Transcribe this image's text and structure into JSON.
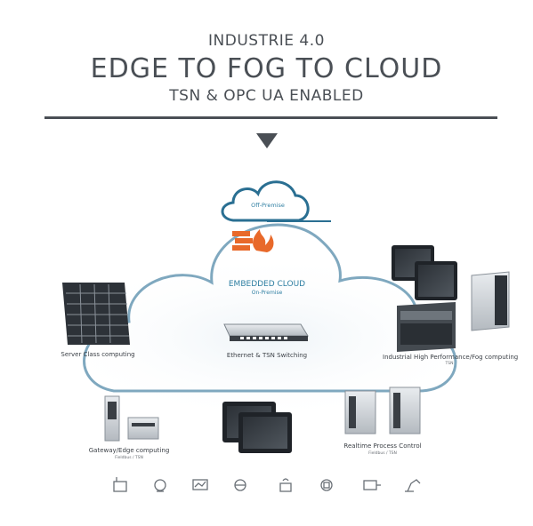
{
  "header": {
    "kicker": "INDUSTRIE 4.0",
    "title": "EDGE TO FOG TO CLOUD",
    "subtitle": "TSN & OPC UA ENABLED"
  },
  "cloud": {
    "off_premise": "Off-Premise",
    "embedded_title": "EMBEDDED CLOUD",
    "embedded_sub": "On-Premise"
  },
  "nodes": {
    "server": "Server Class computing",
    "switching": "Ethernet & TSN Switching",
    "industrial": "Industrial High Performance/Fog computing",
    "industrial_sub": "TSN",
    "gateway": "Gateway/Edge computing",
    "gateway_sub": "Fieldbus / TSN",
    "realtime": "Realtime Process Control",
    "realtime_sub": "Fieldbus / TSN"
  },
  "colors": {
    "cloud_line": "#7fa8bf",
    "cloud_dark": "#2a6f92",
    "firewall": "#e8692a",
    "heading": "#4a4f55"
  },
  "footer_icons": [
    "factory-icon",
    "robot-head-icon",
    "monitor-chart-icon",
    "globe-gear-icon",
    "wireless-device-icon",
    "automation-icon",
    "motor-icon",
    "robot-arm-icon"
  ]
}
